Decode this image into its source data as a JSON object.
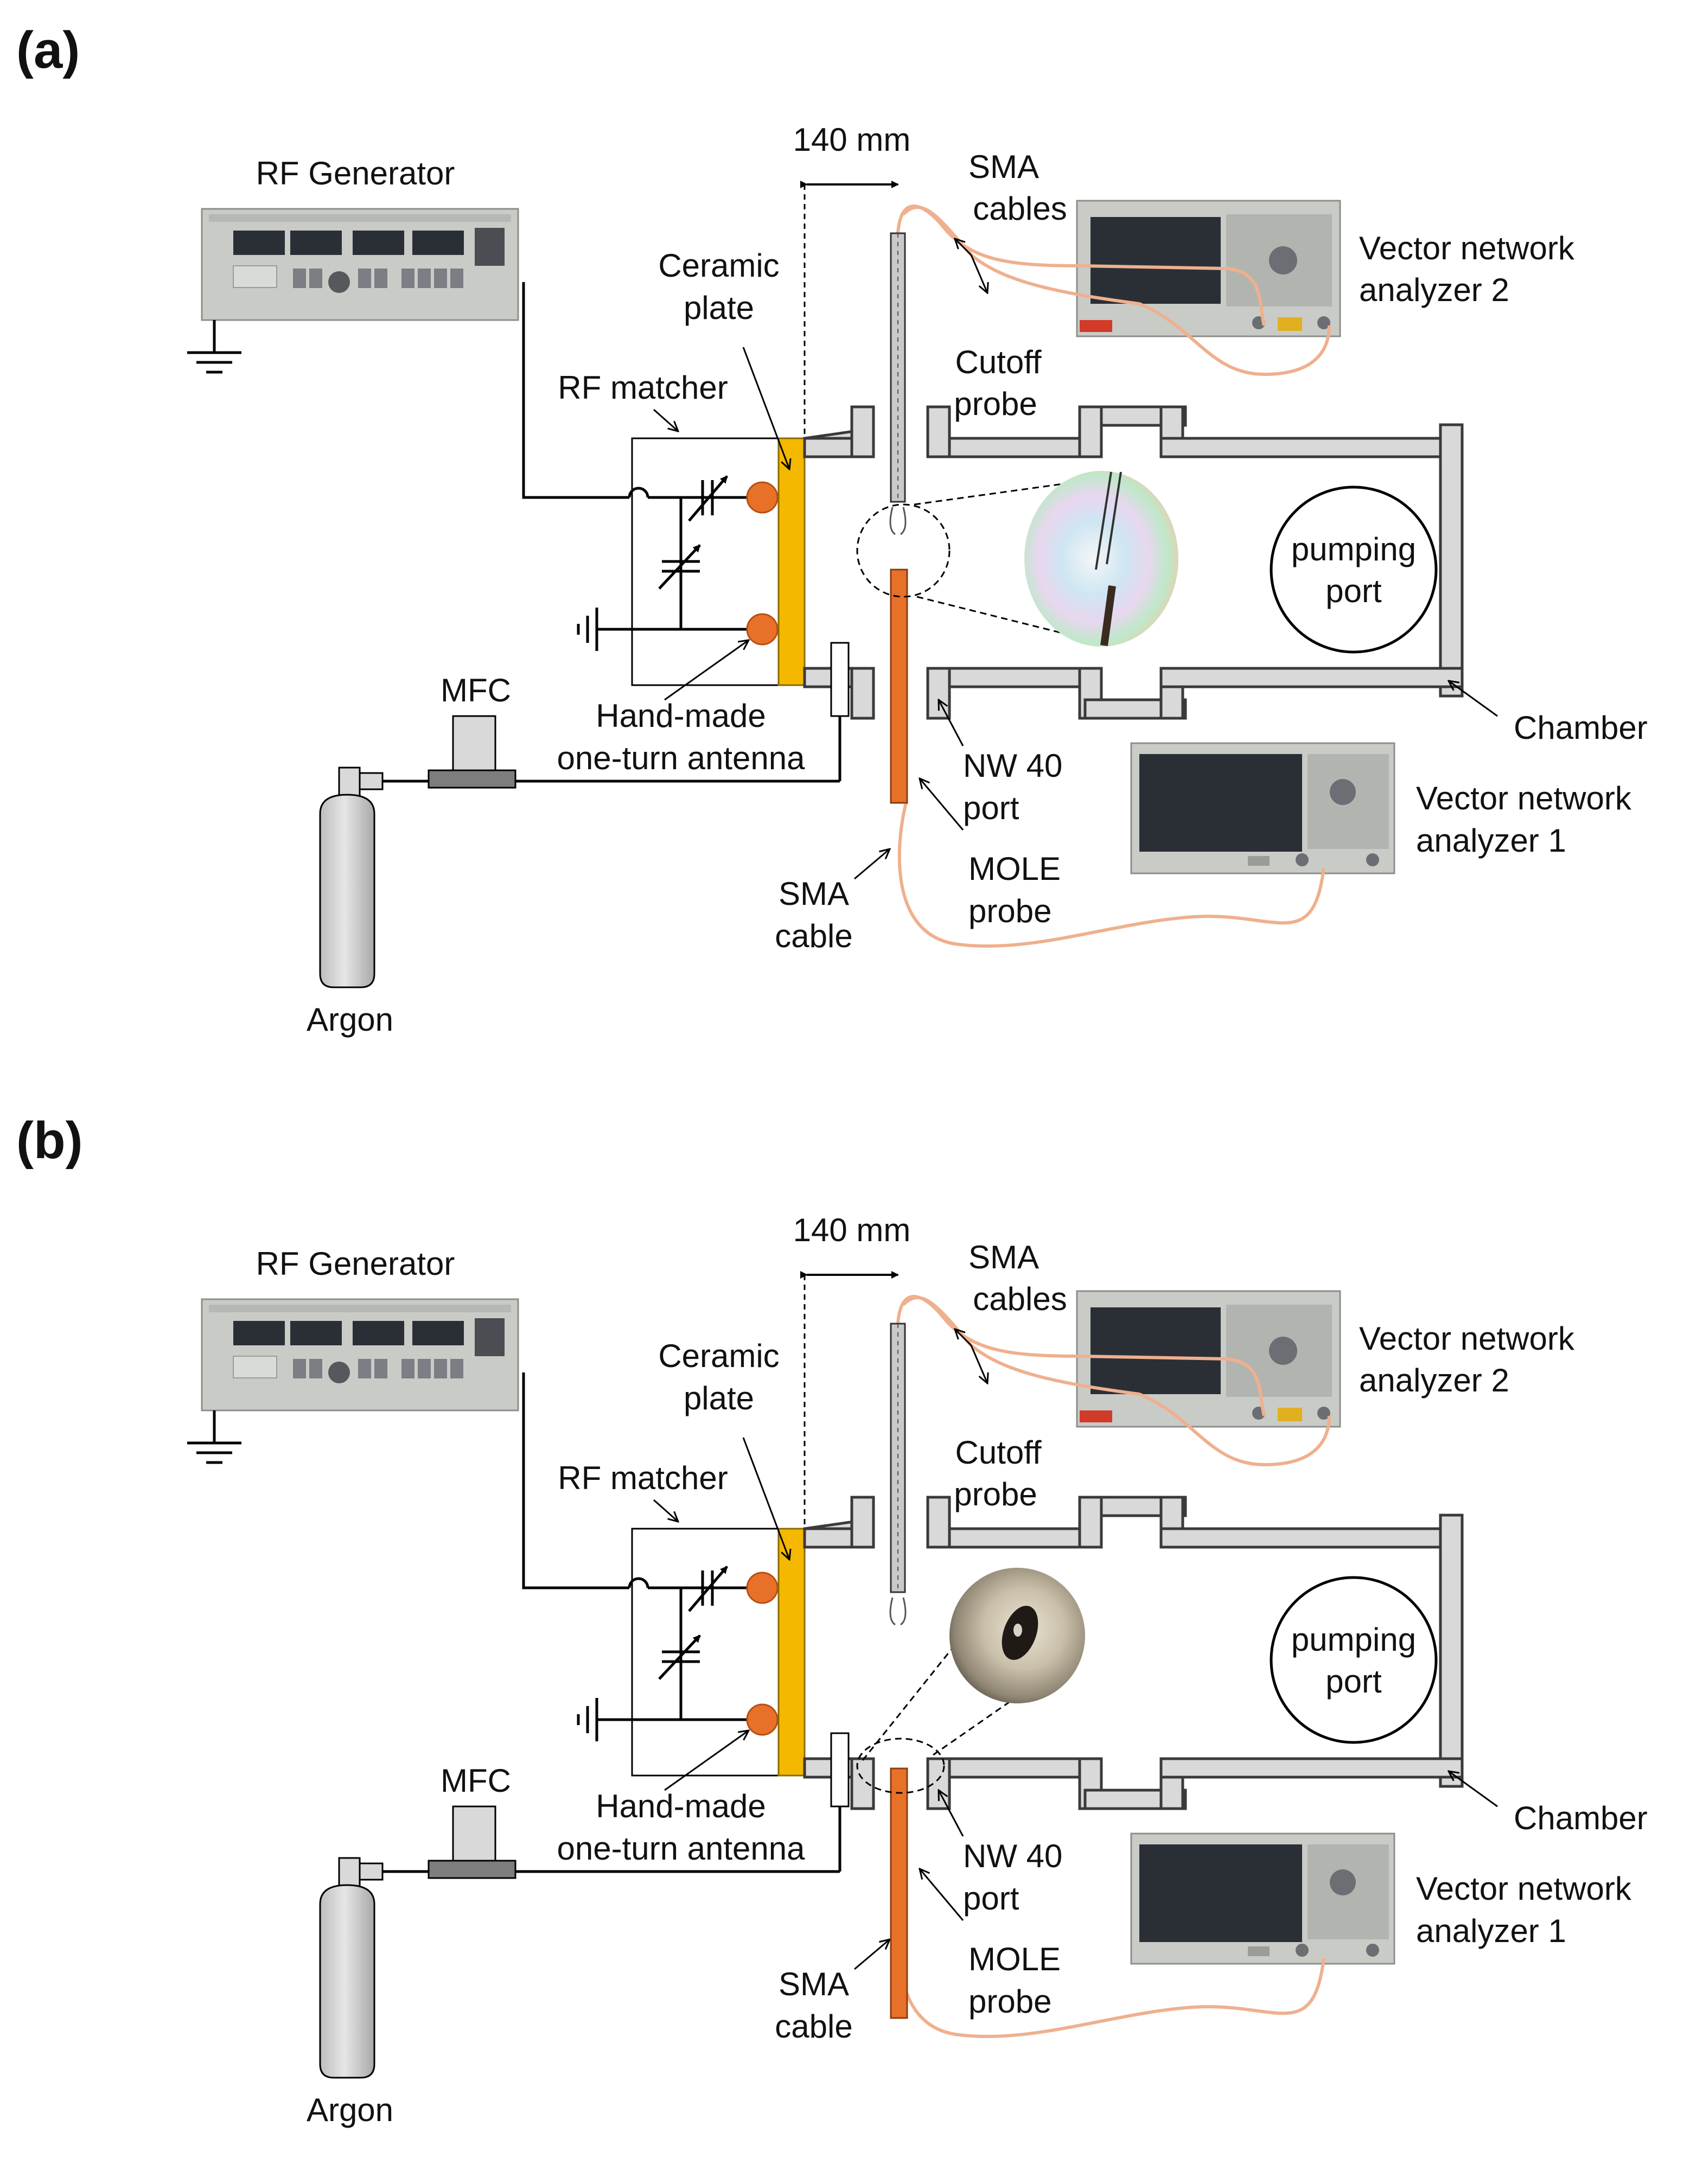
{
  "panels": [
    {
      "tag": "(a)",
      "labels": {
        "distance": "140 mm",
        "rf_generator": "RF Generator",
        "ceramic_plate_1": "Ceramic",
        "ceramic_plate_2": "plate",
        "sma_cables_1": "SMA",
        "sma_cables_2": "cables",
        "vna2_1": "Vector network",
        "vna2_2": "analyzer 2",
        "cutoff_1": "Cutoff",
        "cutoff_2": "probe",
        "rf_matcher": "RF matcher",
        "pumping_1": "pumping",
        "pumping_2": "port",
        "mfc": "MFC",
        "antenna_1": "Hand-made",
        "antenna_2": "one-turn antenna",
        "chamber": "Chamber",
        "nw40_1": "NW 40",
        "nw40_2": "port",
        "vna1_1": "Vector network",
        "vna1_2": "analyzer 1",
        "mole_1": "MOLE",
        "mole_2": "probe",
        "sma_cable_1": "SMA",
        "sma_cable_2": "cable",
        "argon": "Argon"
      }
    },
    {
      "tag": "(b)",
      "labels": {
        "distance": "140 mm",
        "rf_generator": "RF Generator",
        "ceramic_plate_1": "Ceramic",
        "ceramic_plate_2": "plate",
        "sma_cables_1": "SMA",
        "sma_cables_2": "cables",
        "vna2_1": "Vector network",
        "vna2_2": "analyzer 2",
        "cutoff_1": "Cutoff",
        "cutoff_2": "probe",
        "rf_matcher": "RF matcher",
        "pumping_1": "pumping",
        "pumping_2": "port",
        "mfc": "MFC",
        "antenna_1": "Hand-made",
        "antenna_2": "one-turn antenna",
        "chamber": "Chamber",
        "nw40_1": "NW 40",
        "nw40_2": "port",
        "vna1_1": "Vector network",
        "vna1_2": "analyzer 1",
        "mole_1": "MOLE",
        "mole_2": "probe",
        "sma_cable_1": "SMA",
        "sma_cable_2": "cable",
        "argon": "Argon"
      }
    }
  ],
  "colors": {
    "ceramic_plate": "#f5b800",
    "mole_probe": "#e8712a",
    "antenna_node": "#e8712a",
    "chamber_wall": "#d9d9d9",
    "sma_cable": "#efb08e",
    "equipment_panel": "#c9cbc7",
    "screen": "#2a2f36"
  },
  "icons": [
    "ground-icon",
    "variable-capacitor-icon",
    "argon-cylinder-icon",
    "mfc-icon",
    "rf-generator-photo",
    "vector-network-analyzer-photo",
    "probe-tip-magnified-photo"
  ]
}
